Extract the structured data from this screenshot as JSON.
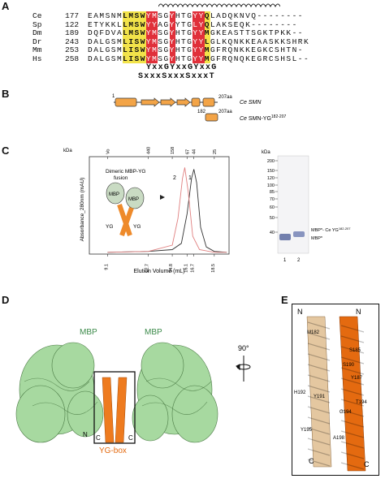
{
  "panels": {
    "A": "A",
    "B": "B",
    "C": "C",
    "D": "D",
    "E": "E"
  },
  "alignment": {
    "rows": [
      {
        "species": "Ce",
        "start": "177",
        "seq": "EAMSNMLMSWYMSGYHTGYYQLADQKNVQ--------"
      },
      {
        "species": "Sp",
        "start": "122",
        "seq": "ETYKKLLMSWYYAGYYTGLYQLAKSEQK--------"
      },
      {
        "species": "Dm",
        "start": "189",
        "seq": "DQFDVALMSWYMSGYHTGYYMGKEASTTSGKTPKK--"
      },
      {
        "species": "Dr",
        "start": "243",
        "seq": "DALGSMLISWYMSGYHTGYYLGLKQNKKEAASKKSHRK"
      },
      {
        "species": "Mm",
        "start": "253",
        "seq": "DALGSMLISWYMSGYHTGYYMGFRQNKKEGKCSHTN-"
      },
      {
        "species": "Hs",
        "start": "258",
        "seq": "DALGSMLISWYMSGYHTGYYMGFRQNQKEGRCSHSL--"
      }
    ],
    "motif1": "YxxGYxxGYxxG",
    "motif2": "SxxxSxxxSxxxT",
    "colors": {
      "yellow": "#f2e34a",
      "red": "#e0303a"
    }
  },
  "panelB": {
    "n_label": "1",
    "end_label": "207aa",
    "construct1": "Ce SMN",
    "frag_start": "182",
    "frag_end": "207aa",
    "construct2": "Ce SMN-YG",
    "construct2_sup": "182-207"
  },
  "panelC": {
    "kda_label": "kDa",
    "markers_top": [
      "Vo",
      "440",
      "158",
      "67",
      "44",
      "25"
    ],
    "ylabel": "Absorbance_280nm (mAU)",
    "xlabel": "Elution Volume (mL)",
    "xticks": [
      "9.1",
      "12.7",
      "14.8",
      "16.1",
      "16.7",
      "18.5"
    ],
    "inset_title1": "Dimeric MBP-YG",
    "inset_title2": "fusion",
    "mbp": "MBP",
    "yg": "YG",
    "peak_labels": [
      "2",
      "1"
    ],
    "gel_kda": "kDa",
    "gel_ladder": [
      "200",
      "150",
      "120",
      "100",
      "85",
      "70",
      "60",
      "50",
      "40"
    ],
    "gel_band_label1": "MBP*- Ce YG",
    "gel_band_sup": "182-207",
    "gel_band_label2": "MBP*",
    "lanes": [
      "1",
      "2"
    ]
  },
  "chart_data": {
    "type": "line",
    "xlabel": "Elution Volume (mL)",
    "ylabel": "Absorbance_280nm (mAU)",
    "x": [
      9.1,
      12.7,
      14.8,
      16.1,
      16.7,
      18.5
    ],
    "series": [
      {
        "name": "1",
        "color": "#333333",
        "peak_x": 16.7,
        "points": [
          [
            9.1,
            0.02
          ],
          [
            12.7,
            0.03
          ],
          [
            14.8,
            0.05
          ],
          [
            15.6,
            0.12
          ],
          [
            16.1,
            0.45
          ],
          [
            16.5,
            0.85
          ],
          [
            16.7,
            0.95
          ],
          [
            16.95,
            0.8
          ],
          [
            17.3,
            0.3
          ],
          [
            17.8,
            0.08
          ],
          [
            18.5,
            0.03
          ],
          [
            19.6,
            0.02
          ]
        ]
      },
      {
        "name": "2",
        "color": "#e08080",
        "peak_x": 15.9,
        "points": [
          [
            9.1,
            0.02
          ],
          [
            12.7,
            0.03
          ],
          [
            14.8,
            0.1
          ],
          [
            15.3,
            0.4
          ],
          [
            15.7,
            0.85
          ],
          [
            15.9,
            0.97
          ],
          [
            16.2,
            0.7
          ],
          [
            16.6,
            0.2
          ],
          [
            17.2,
            0.05
          ],
          [
            18.5,
            0.02
          ],
          [
            19.6,
            0.02
          ]
        ]
      }
    ]
  },
  "panelD": {
    "mbp_left": "MBP",
    "mbp_right": "MBP",
    "c_left": "C",
    "c_right": "C",
    "n": "N",
    "ygbox": "YG-box",
    "rotation": "90°",
    "colors": {
      "mbp": "#9ed39a",
      "helix": "#ee7b1f"
    }
  },
  "panelE": {
    "labels": [
      "N",
      "N",
      "M182",
      "S185",
      "Y187",
      "S190",
      "H192",
      "Y191",
      "T194",
      "G194",
      "Y195",
      "A198",
      "C",
      "C"
    ],
    "colors": {
      "tan": "#e4c7a0",
      "orange": "#e46a10"
    }
  }
}
